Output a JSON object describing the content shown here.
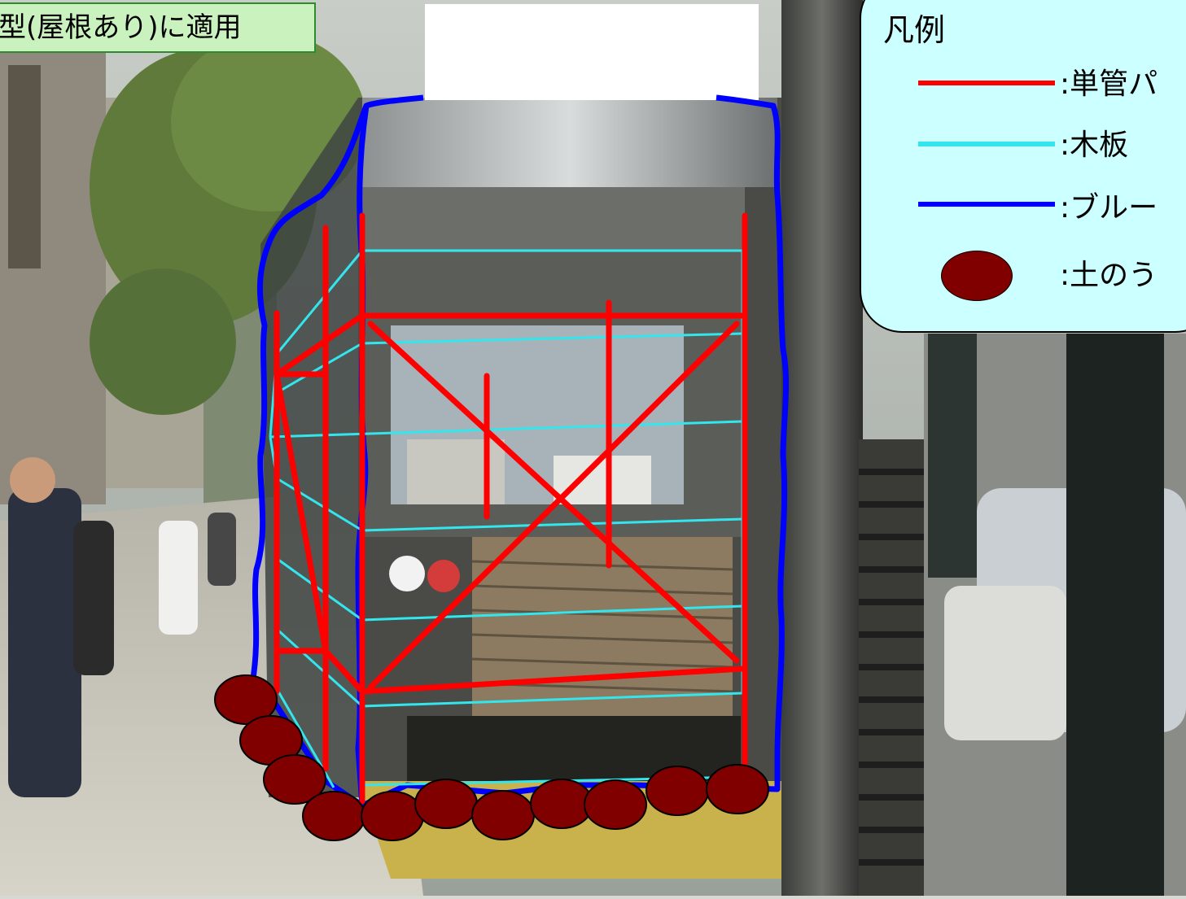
{
  "title": "型(屋根あり)に適用",
  "legend": {
    "title": "凡例",
    "items": [
      {
        "symbol": "line",
        "color": "#ff0000",
        "label": ":単管パ"
      },
      {
        "symbol": "line",
        "color": "#33e6ee",
        "label": ":木板"
      },
      {
        "symbol": "line",
        "color": "#0000ff",
        "label": ":ブルー"
      },
      {
        "symbol": "dot",
        "color": "#800000",
        "label": ":土のう"
      }
    ]
  },
  "colors": {
    "pipe": "#ff0000",
    "board": "#33e6ee",
    "tarp": "#0000ff",
    "sandbag": "#800000",
    "title_bg": "#c9f2bf",
    "legend_bg": "#ccffff"
  }
}
